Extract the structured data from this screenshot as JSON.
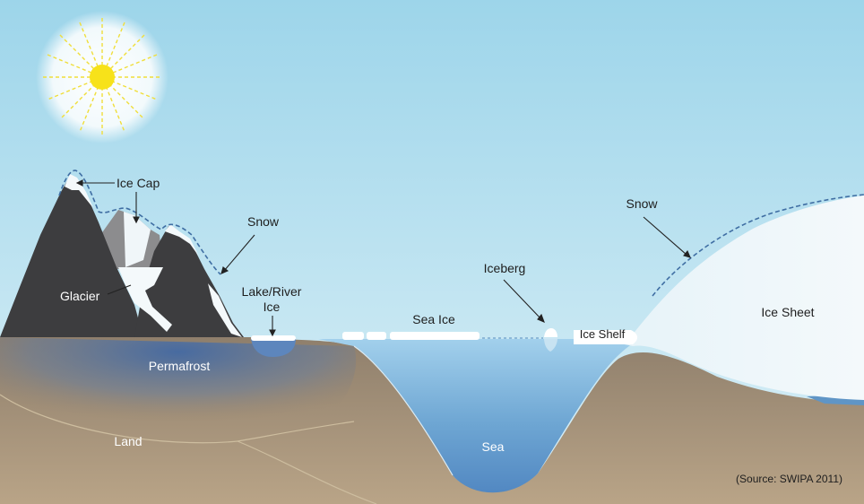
{
  "labels": {
    "ice_cap": "Ice Cap",
    "glacier": "Glacier",
    "snow_left": "Snow",
    "lake_river_ice_line1": "Lake/River",
    "lake_river_ice_line2": "Ice",
    "sea_ice": "Sea Ice",
    "iceberg": "Iceberg",
    "ice_shelf": "Ice Shelf",
    "snow_right": "Snow",
    "ice_sheet": "Ice Sheet",
    "permafrost": "Permafrost",
    "land": "Land",
    "sea": "Sea"
  },
  "source": "(Source: SWIPA 2011)",
  "icons": {
    "sun": "sun-icon"
  },
  "colors": {
    "sky_top": "#9fd6e9",
    "sky_bottom": "#d8eef6",
    "rock": "#3d3d3f",
    "ground": "#a89478",
    "sea": "#6fa6d2",
    "ice": "#f2f8fb",
    "snow_line": "#3f6ea3",
    "sun": "#f7e21a"
  }
}
